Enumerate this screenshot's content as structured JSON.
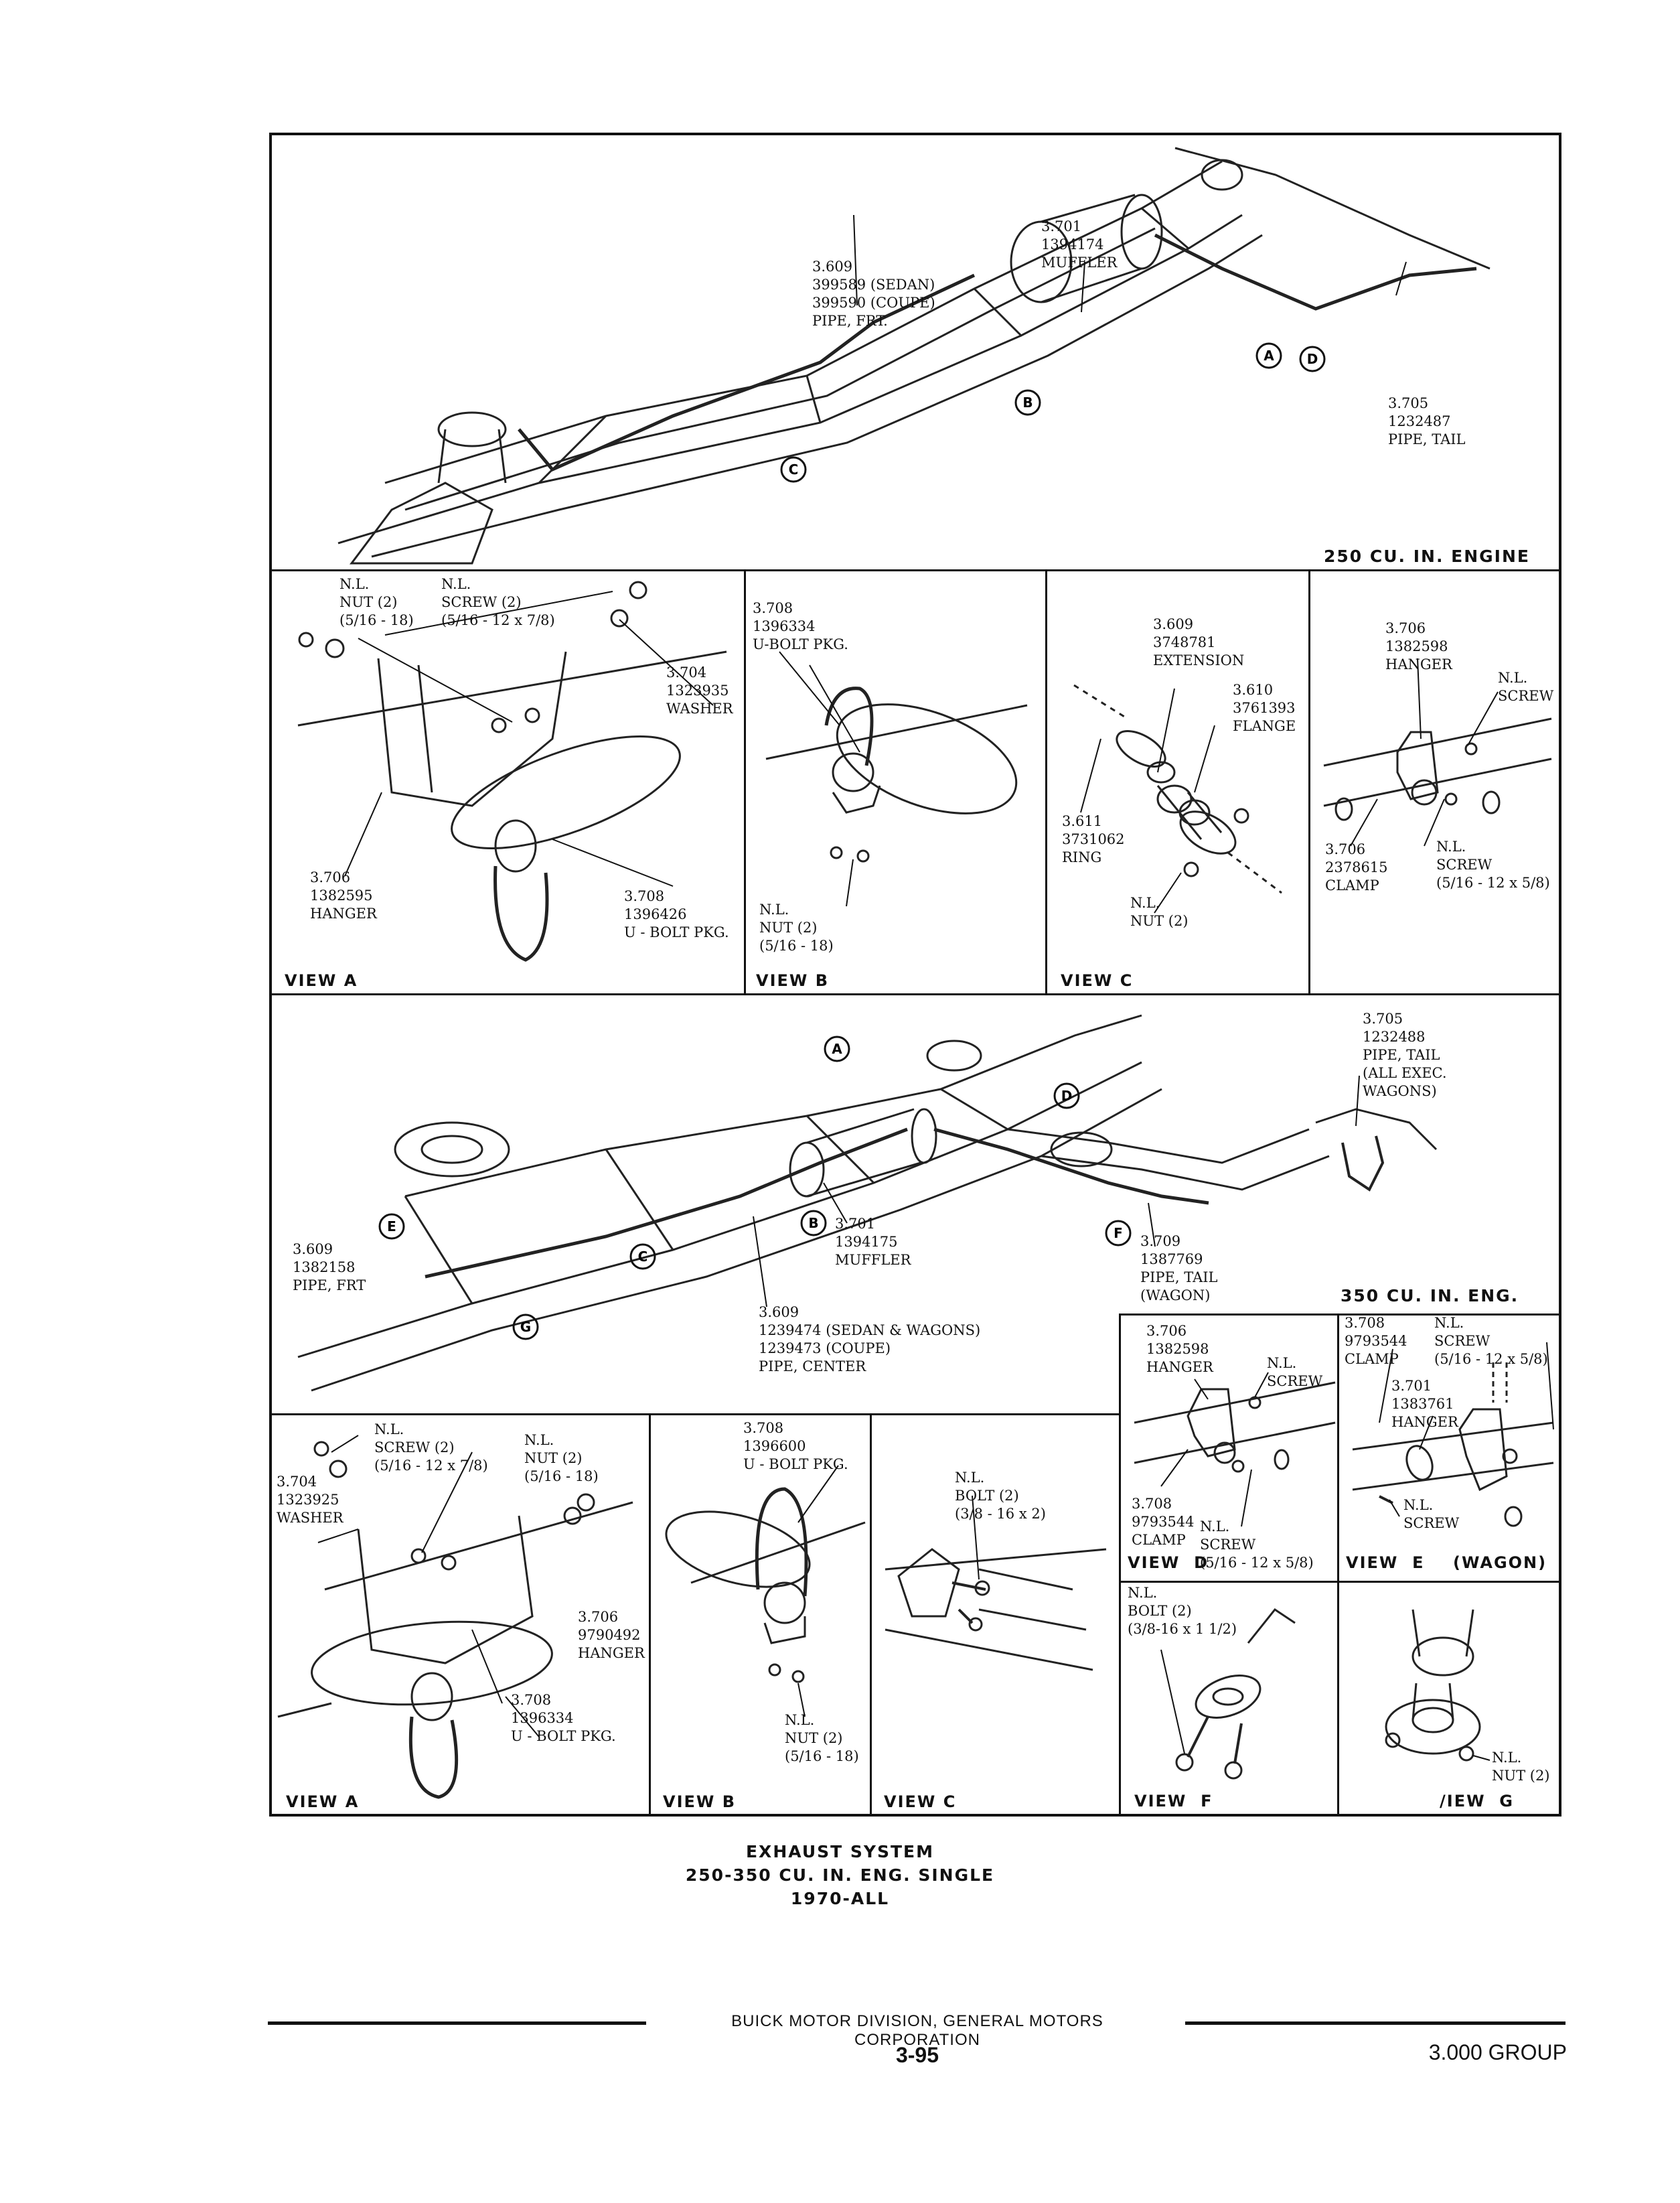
{
  "top_diagram": {
    "engine_label": "250 CU. IN. ENGINE",
    "muffler": "3.701\n1394174\nMUFFLER",
    "pipe_front": "3.609\n399589 (SEDAN)\n399590 (COUPE)\nPIPE, FRT.",
    "pipe_tail": "3.705\n1232487\nPIPE, TAIL",
    "markers": [
      "A",
      "B",
      "C",
      "D"
    ]
  },
  "views_250": {
    "view_a": {
      "title": "VIEW A",
      "nut": "N.L.\nNUT (2)\n(5/16 - 18)",
      "screw": "N.L.\nSCREW (2)\n(5/16 - 12 x 7/8)",
      "washer": "3.704\n1323935\nWASHER",
      "hanger": "3.706\n1382595\nHANGER",
      "ubolt": "3.708\n1396426\nU - BOLT PKG."
    },
    "view_b": {
      "title": "VIEW B",
      "ubolt": "3.708\n1396334\nU-BOLT PKG.",
      "nut": "N.L.\nNUT (2)\n(5/16 - 18)"
    },
    "view_c": {
      "title": "VIEW C",
      "extension": "3.609\n3748781\nEXTENSION",
      "flange": "3.610\n3761393\nFLANGE",
      "ring": "3.611\n3731062\nRING",
      "nut": "N.L.\nNUT (2)"
    },
    "view_d": {
      "hanger": "3.706\n1382598\nHANGER",
      "screw_top": "N.L.\nSCREW",
      "clamp": "3.706\n2378615\nCLAMP",
      "screw": "N.L.\nSCREW\n(5/16 - 12 x 5/8)"
    }
  },
  "mid_diagram": {
    "engine_label": "350 CU. IN. ENG.",
    "pipe_tail_exec": "3.705\n1232488\nPIPE, TAIL\n(ALL EXEC.\nWAGONS)",
    "pipe_frt": "3.609\n1382158\nPIPE, FRT",
    "muffler": "3.701\n1394175\nMUFFLER",
    "pipe_tail_wagon": "3.709\n1387769\nPIPE, TAIL\n(WAGON)",
    "pipe_center": "3.609\n1239474 (SEDAN & WAGONS)\n1239473 (COUPE)\nPIPE, CENTER",
    "markers": [
      "A",
      "B",
      "C",
      "D",
      "E",
      "F",
      "G"
    ]
  },
  "views_350": {
    "view_a": {
      "title": "VIEW A",
      "screw": "N.L.\nSCREW (2)\n(5/16 - 12 x 7/8)",
      "nut": "N.L.\nNUT (2)\n(5/16 - 18)",
      "washer": "3.704\n1323925\nWASHER",
      "hanger": "3.706\n9790492\nHANGER",
      "ubolt": "3.708\n1396334\nU - BOLT PKG."
    },
    "view_b": {
      "title": "VIEW B",
      "ubolt": "3.708\n1396600\nU - BOLT PKG.",
      "nut": "N.L.\nNUT (2)\n(5/16 - 18)"
    },
    "view_c": {
      "title": "VIEW C",
      "bolt": "N.L.\nBOLT (2)\n(3/8 - 16 x 2)"
    },
    "view_d": {
      "title": "VIEW  D",
      "hanger": "3.706\n1382598\nHANGER",
      "screw_top": "N.L.\nSCREW",
      "clamp": "3.708\n9793544\nCLAMP",
      "screw": "N.L.\nSCREW",
      "size": "(5/16 - 12 x 5/8)"
    },
    "view_e": {
      "title": "VIEW  E",
      "wagon": "(WAGON)",
      "clamp": "3.708\n9793544\nCLAMP",
      "screw_top": "N.L.\nSCREW\n(5/16 - 12 x 5/8)",
      "hanger": "3.701\n1383761\nHANGER",
      "screw": "N.L.\nSCREW"
    },
    "view_f": {
      "title": "VIEW  F",
      "bolt": "N.L.\nBOLT (2)\n(3/8-16 x 1 1/2)"
    },
    "view_g": {
      "title": "/IEW  G",
      "nut": "N.L.\nNUT (2)"
    }
  },
  "caption": {
    "line1": "EXHAUST SYSTEM",
    "line2": "250-350 CU. IN. ENG. SINGLE",
    "line3": "1970-ALL"
  },
  "footer": {
    "company": "BUICK MOTOR DIVISION, GENERAL MOTORS CORPORATION",
    "page": "3-95",
    "group": "3.000 GROUP"
  }
}
